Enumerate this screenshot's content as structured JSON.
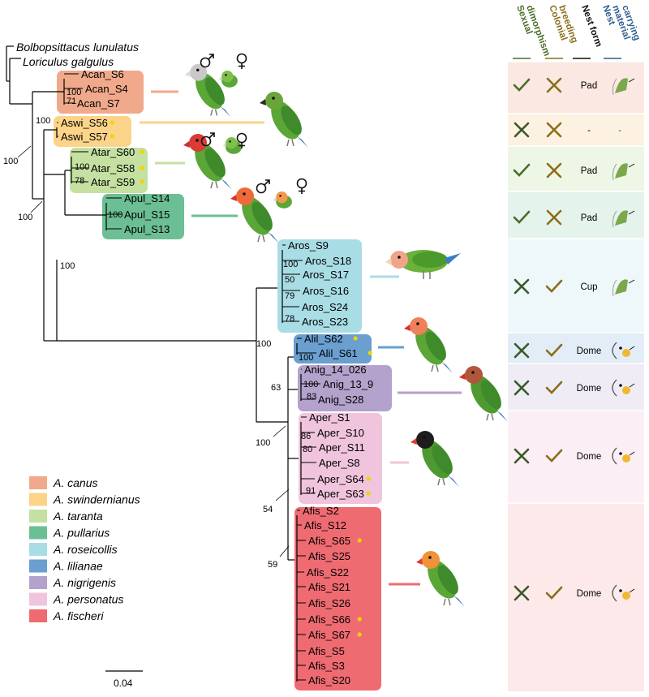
{
  "outgroups": [
    "Bolbopsittacus lunulatus",
    "Loriculus galgulus"
  ],
  "clades": [
    {
      "key": "canus",
      "color": "#f0a98b",
      "members": [
        "Acan_S6",
        "Acan_S4",
        "Acan_S7"
      ],
      "dots": [
        false,
        false,
        false
      ]
    },
    {
      "key": "swindernianus",
      "color": "#fbd48a",
      "members": [
        "Aswi_S56",
        "Aswi_S57"
      ],
      "dots": [
        true,
        true
      ]
    },
    {
      "key": "taranta",
      "color": "#c4e1a1",
      "members": [
        "Atar_S60",
        "Atar_S58",
        "Atar_S59"
      ],
      "dots": [
        true,
        true,
        true
      ]
    },
    {
      "key": "pullarius",
      "color": "#6cbf94",
      "members": [
        "Apul_S14",
        "Apul_S15",
        "Apul_S13"
      ],
      "dots": [
        false,
        false,
        false
      ]
    },
    {
      "key": "roseicollis",
      "color": "#a9dde6",
      "members": [
        "Aros_S9",
        "Aros_S18",
        "Aros_S17",
        "Aros_S16",
        "Aros_S24",
        "Aros_S23"
      ],
      "dots": [
        false,
        false,
        false,
        false,
        false,
        false
      ]
    },
    {
      "key": "lilianae",
      "color": "#6a9fd0",
      "members": [
        "Alil_S62",
        "Alil_S61"
      ],
      "dots": [
        true,
        true
      ]
    },
    {
      "key": "nigrigenis",
      "color": "#b3a2cb",
      "members": [
        "Anig_14_026",
        "Anig_13_9",
        "Anig_S28"
      ],
      "dots": [
        false,
        false,
        false
      ]
    },
    {
      "key": "personatus",
      "color": "#f0c4dc",
      "members": [
        "Aper_S1",
        "Aper_S10",
        "Aper_S11",
        "Aper_S8",
        "Aper_S64",
        "Aper_S63"
      ],
      "dots": [
        false,
        false,
        false,
        false,
        true,
        true
      ]
    },
    {
      "key": "fischeri",
      "color": "#ef6b72",
      "members": [
        "Afis_S2",
        "Afis_S12",
        "Afis_S65",
        "Afis_S25",
        "Afis_S22",
        "Afis_S21",
        "Afis_S26",
        "Afis_S66",
        "Afis_S67",
        "Afis_S5",
        "Afis_S3",
        "Afis_S20"
      ],
      "dots": [
        false,
        false,
        true,
        false,
        false,
        false,
        false,
        true,
        true,
        false,
        false,
        false
      ]
    }
  ],
  "support": {
    "acan_a": "100",
    "acan_b": "71",
    "aswi": "100",
    "atar_a": "100",
    "atar_b": "78",
    "apul": "100",
    "aros_a": "100",
    "aros_b": "50",
    "aros_c": "79",
    "aros_d": "78",
    "alil": "100",
    "anig_a": "100",
    "anig_b": "83",
    "aper_a": "86",
    "aper_b": "80",
    "aper_c": "91",
    "node_swi_outer": "100",
    "node_atar_apul": "100",
    "node_agapornis": "100",
    "node_crown": "100",
    "node_lil_nig": "63",
    "node_per": "100",
    "node_fis": "54",
    "node_fis_b": "59"
  },
  "legend": [
    {
      "label": "A. canus",
      "color": "#f0a98b"
    },
    {
      "label": "A. swindernianus",
      "color": "#fbd48a"
    },
    {
      "label": "A. taranta",
      "color": "#c4e1a1"
    },
    {
      "label": "A. pullarius",
      "color": "#6cbf94"
    },
    {
      "label": "A. roseicollis",
      "color": "#a9dde6"
    },
    {
      "label": "A. lilianae",
      "color": "#6a9fd0"
    },
    {
      "label": "A. nigrigenis",
      "color": "#b3a2cb"
    },
    {
      "label": "A. personatus",
      "color": "#f0c4dc"
    },
    {
      "label": "A. fischeri",
      "color": "#ef6b72"
    }
  ],
  "scale_bar": "0.04",
  "traits": {
    "headers": [
      {
        "lines": [
          "Sexual",
          "dimorphism"
        ],
        "color": "#4a6e2a"
      },
      {
        "lines": [
          "Colonial",
          "breeding"
        ],
        "color": "#8a6d1a"
      },
      {
        "lines": [
          "Nest form"
        ],
        "color": "#111111"
      },
      {
        "lines": [
          "Nest",
          "material",
          "carrying"
        ],
        "color": "#2f5f8f"
      }
    ],
    "rows": [
      {
        "dimorphism": "check",
        "colonial": "cross",
        "nest": "Pad",
        "carry": "tail",
        "tint": "#fbe8e2"
      },
      {
        "dimorphism": "cross",
        "colonial": "cross",
        "nest": "-",
        "carry": "-",
        "tint": "#fdf1e1"
      },
      {
        "dimorphism": "check",
        "colonial": "cross",
        "nest": "Pad",
        "carry": "tail",
        "tint": "#eef6e6"
      },
      {
        "dimorphism": "check",
        "colonial": "cross",
        "nest": "Pad",
        "carry": "tail",
        "tint": "#e4f3ec"
      },
      {
        "dimorphism": "cross",
        "colonial": "check",
        "nest": "Cup",
        "carry": "tail",
        "tint": "#eef8fa"
      },
      {
        "dimorphism": "cross",
        "colonial": "check",
        "nest": "Dome",
        "carry": "beak",
        "tint": "#e3edf7"
      },
      {
        "dimorphism": "cross",
        "colonial": "check",
        "nest": "Dome",
        "carry": "beak",
        "tint": "#efecf5"
      },
      {
        "dimorphism": "cross",
        "colonial": "check",
        "nest": "Dome",
        "carry": "beak",
        "tint": "#fbeef4"
      },
      {
        "dimorphism": "cross",
        "colonial": "check",
        "nest": "Dome",
        "carry": "beak",
        "tint": "#fde9ea"
      }
    ],
    "check_color": "#4a6e2a",
    "cross_colors": {
      "dimorphism": "#3a5a2a",
      "colonial": "#8a6d1a"
    }
  }
}
